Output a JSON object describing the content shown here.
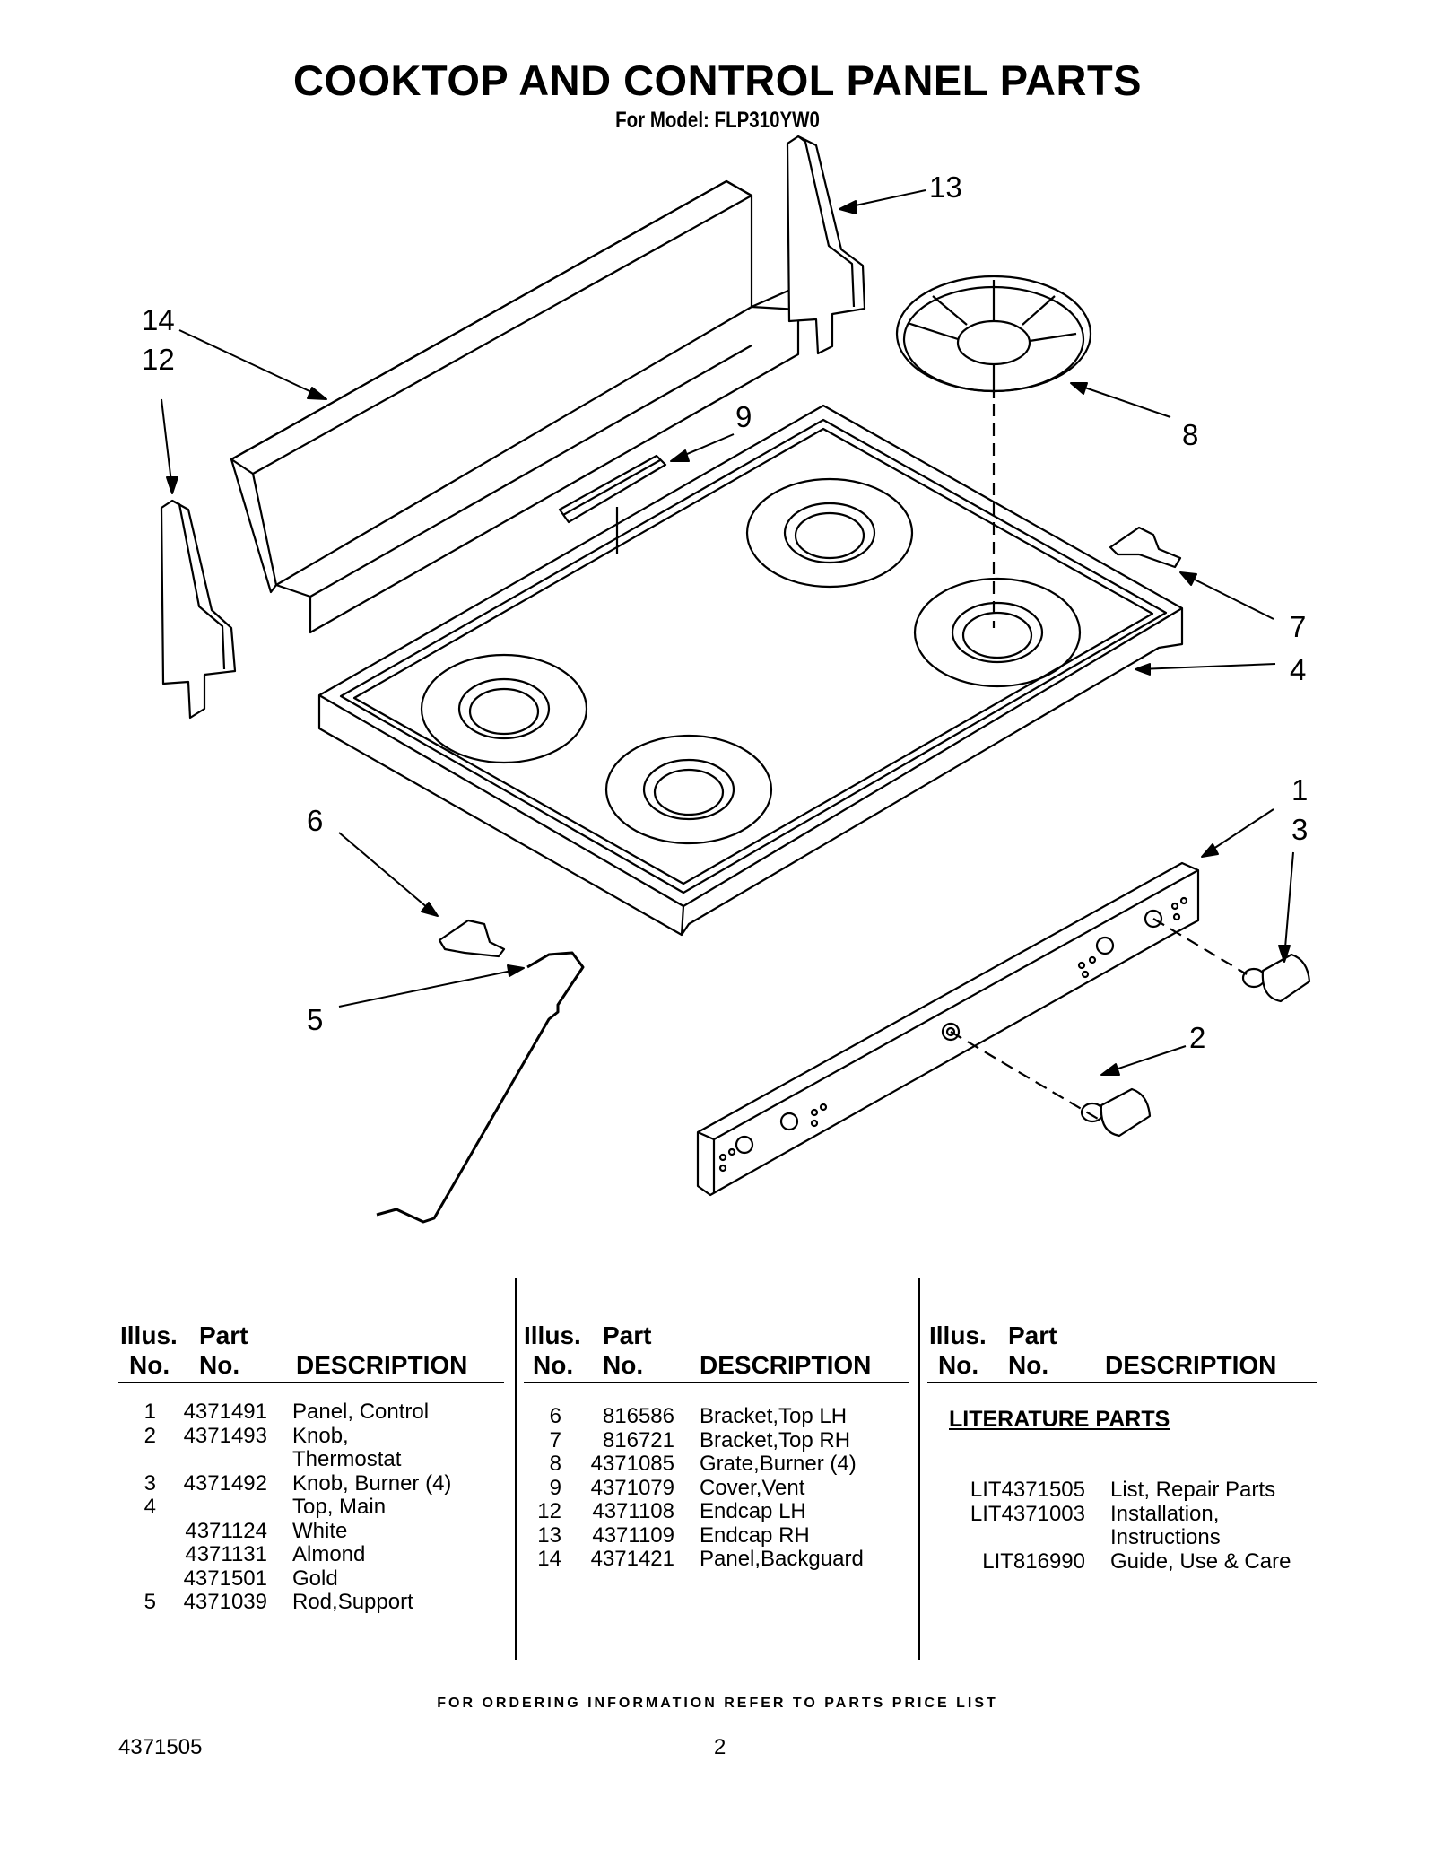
{
  "title": "COOKTOP AND CONTROL PANEL PARTS",
  "subtitle": "For Model: FLP310YW0",
  "callouts": [
    "1",
    "2",
    "3",
    "4",
    "5",
    "6",
    "7",
    "8",
    "9",
    "12",
    "13",
    "14"
  ],
  "table": {
    "headers": {
      "illus": "Illus.",
      "illus_no": "No.",
      "part": "Part",
      "part_no": "No.",
      "description": "DESCRIPTION"
    },
    "column1": [
      {
        "illus": "1",
        "part": "4371491",
        "desc": "Panel, Control"
      },
      {
        "illus": "2",
        "part": "4371493",
        "desc": "Knob,"
      },
      {
        "illus": "",
        "part": "",
        "desc": "Thermostat"
      },
      {
        "illus": "3",
        "part": "4371492",
        "desc": "Knob, Burner (4)"
      },
      {
        "illus": "4",
        "part": "",
        "desc": "Top, Main"
      },
      {
        "illus": "",
        "part": "4371124",
        "desc": "White"
      },
      {
        "illus": "",
        "part": "4371131",
        "desc": "Almond"
      },
      {
        "illus": "",
        "part": "4371501",
        "desc": "Gold"
      },
      {
        "illus": "5",
        "part": "4371039",
        "desc": "Rod,Support"
      }
    ],
    "column2": [
      {
        "illus": "6",
        "part": "816586",
        "desc": "Bracket,Top LH"
      },
      {
        "illus": "7",
        "part": "816721",
        "desc": "Bracket,Top RH"
      },
      {
        "illus": "8",
        "part": "4371085",
        "desc": "Grate,Burner (4)"
      },
      {
        "illus": "9",
        "part": "4371079",
        "desc": "Cover,Vent"
      },
      {
        "illus": "12",
        "part": "4371108",
        "desc": "Endcap LH"
      },
      {
        "illus": "13",
        "part": "4371109",
        "desc": "Endcap RH"
      },
      {
        "illus": "14",
        "part": "4371421",
        "desc": "Panel,Backguard"
      }
    ],
    "literature_title": "LITERATURE PARTS",
    "literature": [
      {
        "part": "LIT4371505",
        "desc": "List, Repair Parts"
      },
      {
        "part": "LIT4371003",
        "desc": "Installation,"
      },
      {
        "part": "",
        "desc": "Instructions"
      },
      {
        "part": "LIT816990",
        "desc": "Guide, Use & Care"
      }
    ]
  },
  "footer": {
    "note": "FOR ORDERING INFORMATION REFER TO PARTS PRICE LIST",
    "doc_number": "4371505",
    "page": "2"
  }
}
